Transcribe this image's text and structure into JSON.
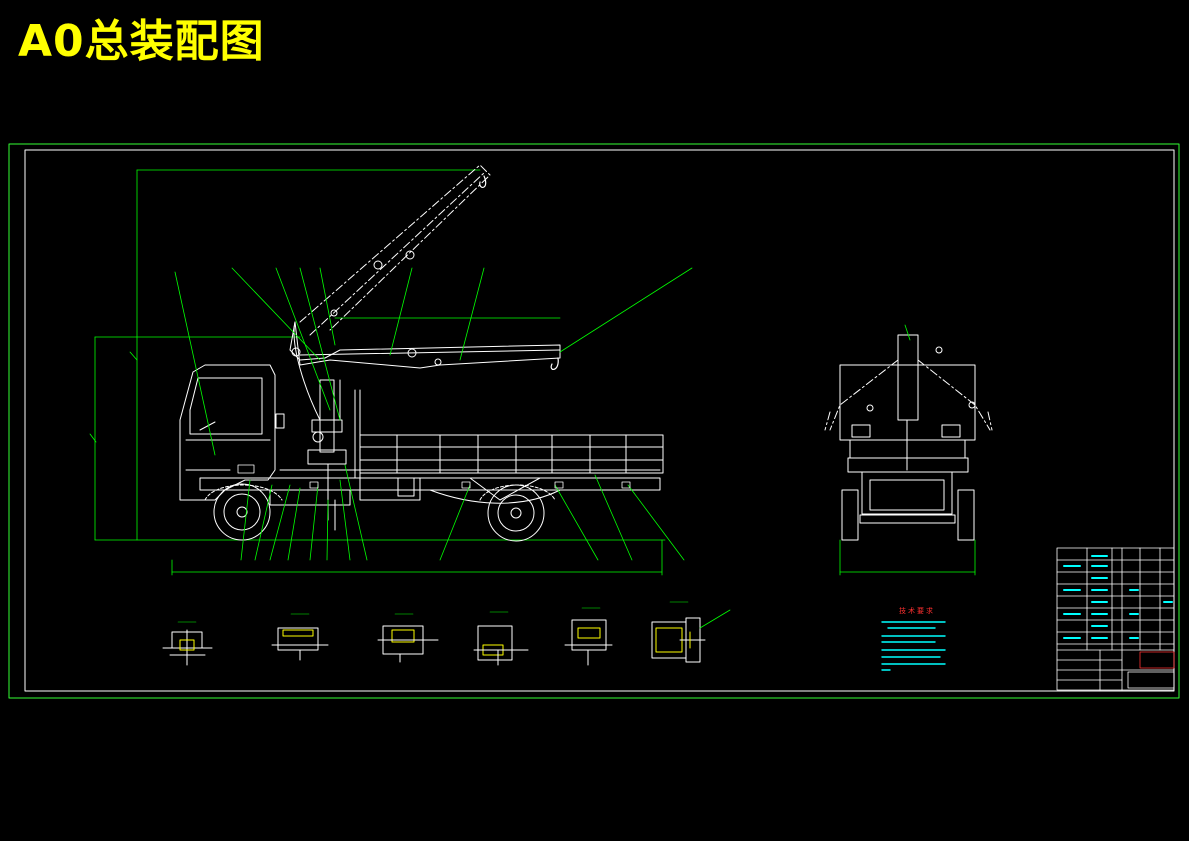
{
  "title": "A0总装配图",
  "colors": {
    "background": "#000000",
    "title": "#ffff00",
    "frame": "#33ff33",
    "geometry": "#ffffff",
    "leaders": "#00ff00",
    "dimensions": "#00ff00",
    "notes": "#00ffff",
    "section_title": "#ff3030",
    "title_block_highlight": "#ff3030"
  },
  "views": [
    "side-view",
    "rear-view",
    "section-details"
  ],
  "technical_requirements": {
    "title": "技术要求"
  }
}
